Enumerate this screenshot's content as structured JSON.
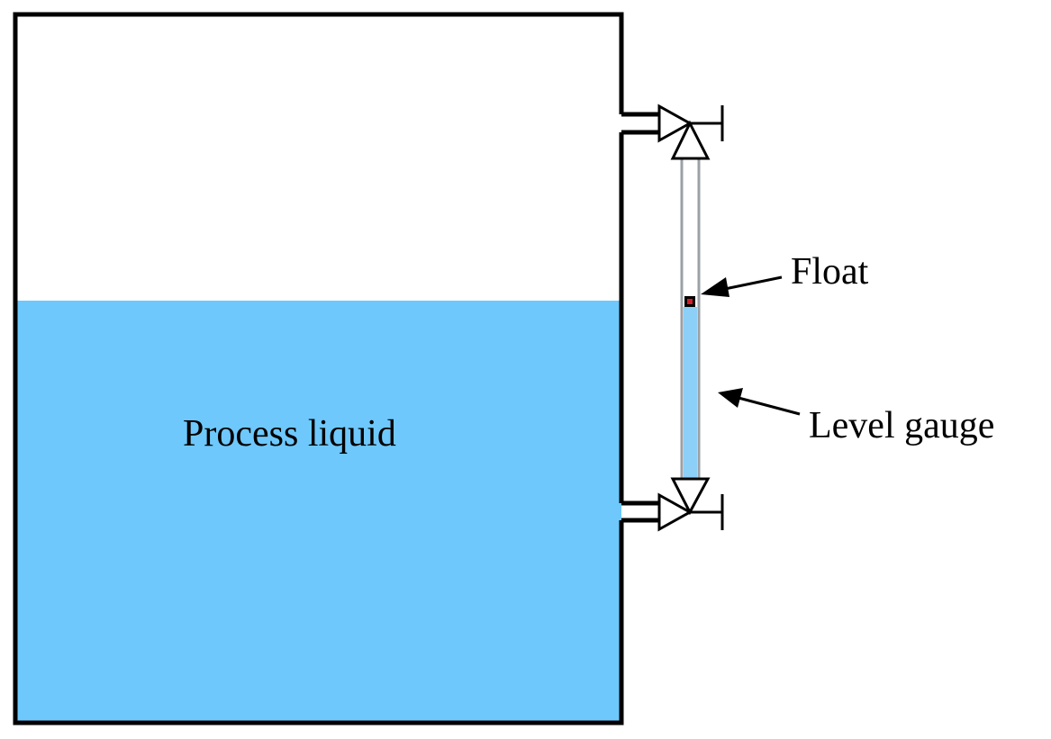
{
  "labels": {
    "process_liquid": "Process liquid",
    "float": "Float",
    "level_gauge": "Level gauge"
  },
  "colors": {
    "liquid": "#6ec8fc",
    "outline": "#000000",
    "gauge_tube": "#9aa0a6",
    "gauge_liquid": "#8ccff7",
    "float": "#d0202a",
    "background": "#ffffff"
  }
}
